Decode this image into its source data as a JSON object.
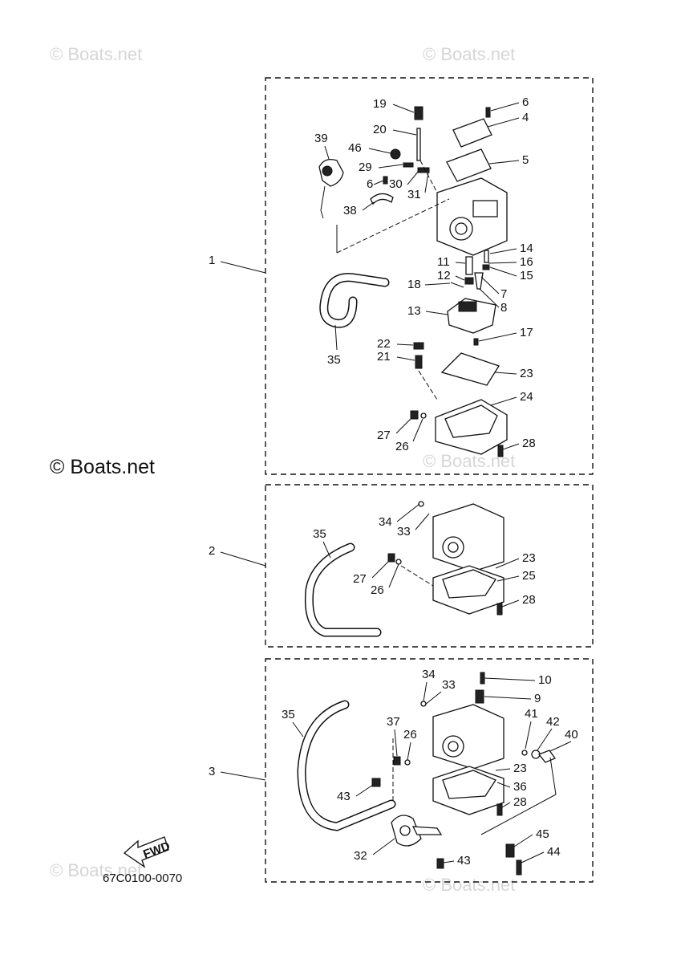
{
  "watermarks": {
    "light": "© Boats.net",
    "dark": "© Boats.net"
  },
  "diagram_code": "67C0100-0070",
  "fwd_label": "FWD",
  "groups": [
    {
      "label": "1"
    },
    {
      "label": "2"
    },
    {
      "label": "3"
    }
  ],
  "callouts": {
    "g1": [
      "19",
      "6",
      "20",
      "4",
      "39",
      "46",
      "5",
      "29",
      "6",
      "30",
      "31",
      "38",
      "1",
      "14",
      "11",
      "16",
      "12",
      "15",
      "18",
      "7",
      "8",
      "13",
      "17",
      "35",
      "22",
      "21",
      "23",
      "24",
      "27",
      "26",
      "28"
    ],
    "g2": [
      "34",
      "33",
      "35",
      "2",
      "23",
      "27",
      "25",
      "26",
      "28"
    ],
    "g3": [
      "34",
      "10",
      "33",
      "9",
      "35",
      "41",
      "37",
      "26",
      "42",
      "40",
      "23",
      "3",
      "36",
      "43",
      "28",
      "45",
      "32",
      "44",
      "43"
    ]
  }
}
